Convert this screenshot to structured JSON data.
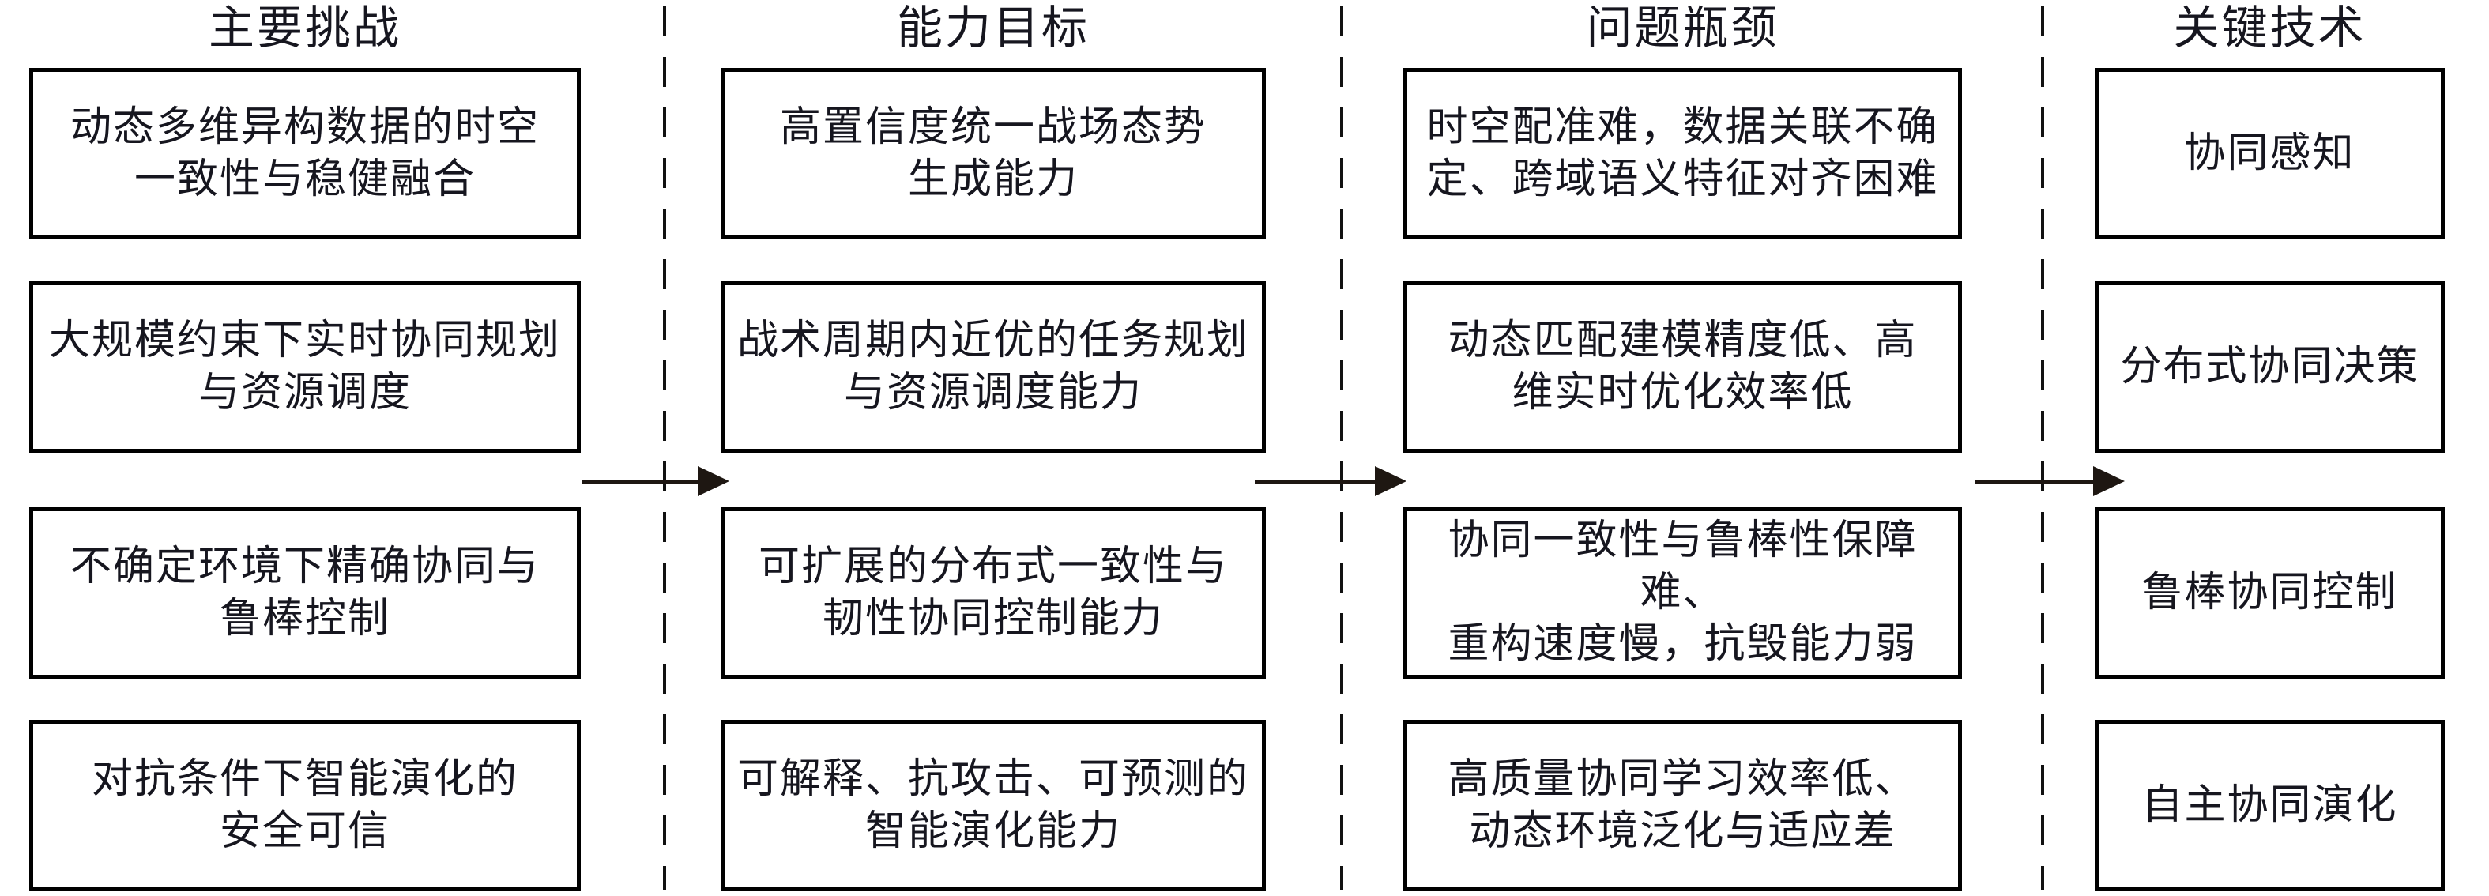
{
  "diagram": {
    "title": "",
    "colors": {
      "background": "#ffffff",
      "text": "#16161f",
      "box_border": "#000000",
      "arrow": "#1e1712",
      "divider": "#111111"
    },
    "columns": [
      {
        "header": "主要挑战",
        "items": [
          "动态多维异构数据的时空\n一致性与稳健融合",
          "大规模约束下实时协同规划\n与资源调度",
          "不确定环境下精确协同与\n鲁棒控制",
          "对抗条件下智能演化的\n安全可信"
        ]
      },
      {
        "header": "能力目标",
        "items": [
          "高置信度统一战场态势\n生成能力",
          "战术周期内近优的任务规划\n与资源调度能力",
          "可扩展的分布式一致性与\n韧性协同控制能力",
          "可解释、抗攻击、可预测的\n智能演化能力"
        ]
      },
      {
        "header": "问题瓶颈",
        "items": [
          "时空配准难，数据关联不确\n定、跨域语义特征对齐困难",
          "动态匹配建模精度低、高\n维实时优化效率低",
          "协同一致性与鲁棒性保障难、\n重构速度慢，抗毁能力弱",
          "高质量协同学习效率低、\n动态环境泛化与适应差"
        ]
      },
      {
        "header": "关键技术",
        "items": [
          "协同感知",
          "分布式协同决策",
          "鲁棒协同控制",
          "自主协同演化"
        ]
      }
    ]
  }
}
